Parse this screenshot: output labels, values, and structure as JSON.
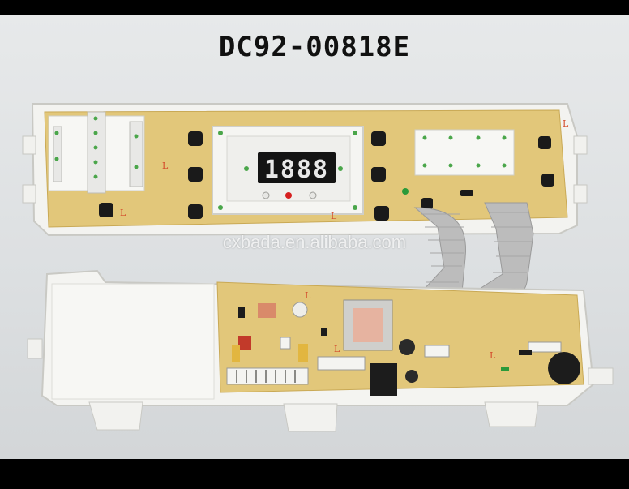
{
  "image": {
    "title": "DC92-00818E",
    "watermark": "cxbada.en.alibaba.com",
    "display_digits": "1888"
  },
  "colors": {
    "background_frame": "#000000",
    "backdrop": "#e0e3e5",
    "pcb": "#e2c77a",
    "housing": "#f3f3f0",
    "ribbon_cable": "#b9b9b9",
    "led_segments": "#e8e8e8"
  }
}
